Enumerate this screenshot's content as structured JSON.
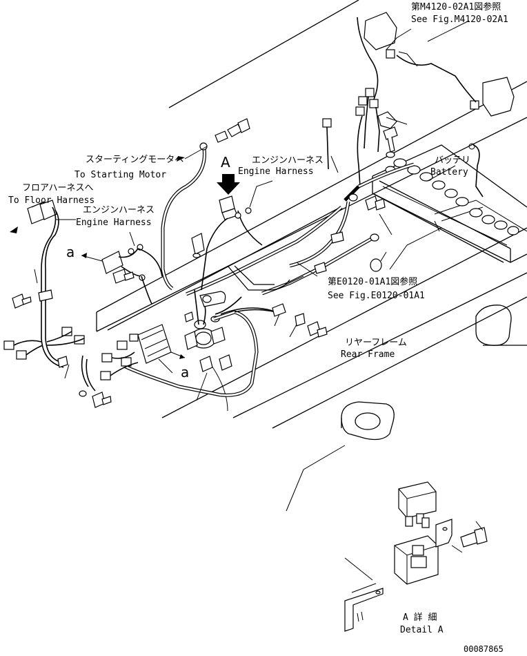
{
  "labels": {
    "ref_m4120_jp": "第M4120-02A1図参照",
    "ref_m4120_en": "See Fig.M4120-02A1",
    "starting_motor_jp": "スターティングモータへ",
    "starting_motor_en": "To Starting Motor",
    "engine_harness_top_jp": "エンジンハーネス",
    "engine_harness_top_en": "Engine Harness",
    "battery_jp": "バッテリ",
    "battery_en": "Battery",
    "floor_harness_jp": "フロアハーネスへ",
    "floor_harness_en": "To Floor Harness",
    "engine_harness_left_jp": "エンジンハーネス",
    "engine_harness_left_en": "Engine Harness",
    "ref_e0120_jp": "第E0120-01A1図参照",
    "ref_e0120_en": "See Fig.E0120-01A1",
    "rear_frame_jp": "リヤーフレーム",
    "rear_frame_en": "Rear Frame",
    "view_a": "A",
    "callout_a_left": "a",
    "callout_a_bottom": "a",
    "detail_a_jp": "A 詳 細",
    "detail_a_en": "Detail A",
    "drawing_number": "00087865"
  }
}
